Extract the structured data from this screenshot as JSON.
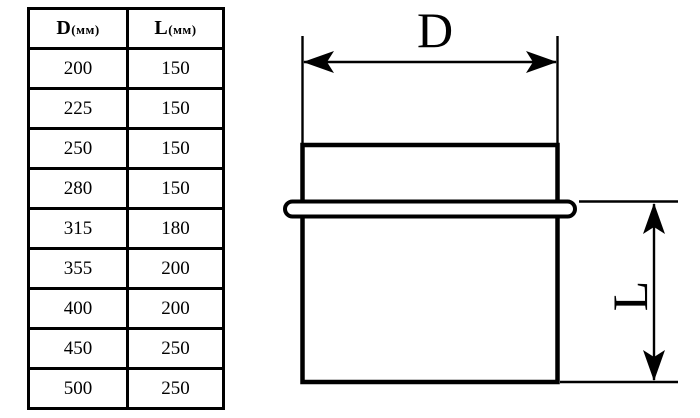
{
  "table": {
    "columns": [
      {
        "name": "D",
        "unit": "(мм)"
      },
      {
        "name": "L",
        "unit": "(мм)"
      }
    ],
    "rows": [
      {
        "d": "200",
        "l": "150"
      },
      {
        "d": "225",
        "l": "150"
      },
      {
        "d": "250",
        "l": "150"
      },
      {
        "d": "280",
        "l": "150"
      },
      {
        "d": "315",
        "l": "180"
      },
      {
        "d": "355",
        "l": "200"
      },
      {
        "d": "400",
        "l": "200"
      },
      {
        "d": "450",
        "l": "250"
      },
      {
        "d": "500",
        "l": "250"
      }
    ]
  },
  "diagram": {
    "diameter_label": "D",
    "length_label": "L"
  },
  "colors": {
    "ink": "#000000",
    "paper": "#ffffff"
  }
}
